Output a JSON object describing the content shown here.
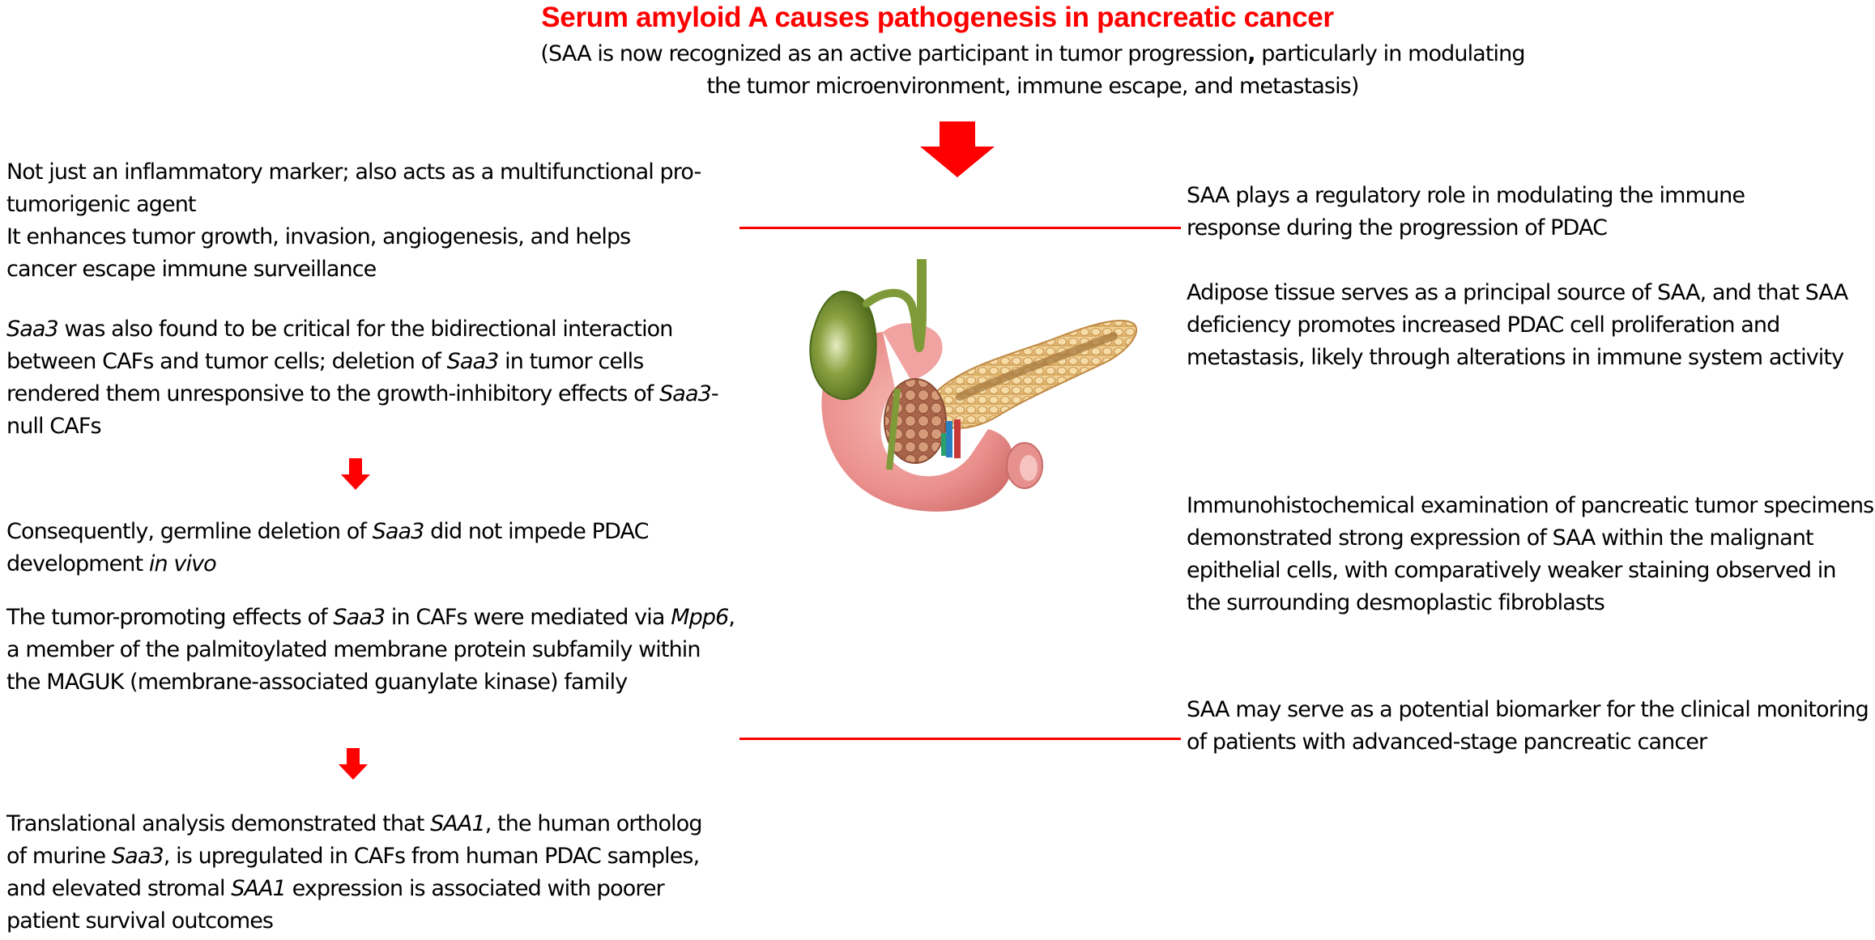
{
  "header": {
    "title": "Serum amyloid A causes pathogenesis in pancreatic cancer",
    "subtitle_part1": "(SAA is now recognized as an active participant in tumor progression",
    "subtitle_comma": ",",
    "subtitle_part2": " particularly in modulating the tumor microenvironment, immune escape, and metastasis)"
  },
  "colors": {
    "accent": "#ff0000",
    "text": "#000000",
    "background": "#ffffff"
  },
  "left_column": {
    "block1": {
      "line1": "Not just an inflammatory marker; also acts as a multifunctional pro-tumorigenic agent",
      "line2": "It enhances tumor growth, invasion, angiogenesis, and helps cancer escape immune surveillance"
    },
    "block2": {
      "gene": "Saa3",
      "t1": " was also found to be critical for the bidirectional interaction between CAFs and tumor cells; deletion of ",
      "gene2": "Saa3",
      "t2": " in tumor cells rendered them unresponsive to the growth-inhibitory effects of ",
      "gene3": "Saa3",
      "t3": "-null CAFs"
    },
    "block3": {
      "t1": "Consequently, germline deletion of ",
      "gene": "Saa3",
      "t2": " did not impede PDAC development ",
      "term": "in vivo"
    },
    "block4": {
      "t1": "The tumor-promoting effects of ",
      "gene": "Saa3",
      "t2": " in CAFs were mediated via ",
      "gene2": "Mpp6",
      "t3": ", a member of the palmitoylated membrane protein subfamily within the MAGUK (membrane-associated guanylate kinase) family"
    },
    "block5": {
      "t1": "Translational analysis demonstrated that ",
      "gene": "SAA1",
      "t2": ", the human ortholog of murine ",
      "gene2": "Saa3",
      "t3": ", is upregulated in CAFs from human PDAC samples, and elevated stromal ",
      "gene3": "SAA1",
      "t4": " expression is associated with poorer patient survival outcomes"
    }
  },
  "right_column": {
    "block1": "SAA plays a regulatory role in modulating the immune response during the progression of PDAC",
    "block2": "Adipose tissue serves as a principal source of SAA, and that SAA deficiency promotes increased PDAC cell proliferation and metastasis, likely through alterations in immune system activity",
    "block3": "Immunohistochemical examination of pancreatic tumor specimens demonstrated strong expression of SAA within the malignant epithelial cells, with comparatively weaker staining observed in the surrounding desmoplastic fibroblasts",
    "block4": "SAA may serve as a potential biomarker for the clinical monitoring of patients with advanced-stage pancreatic cancer"
  },
  "image": {
    "subject": "pancreas-illustration"
  }
}
